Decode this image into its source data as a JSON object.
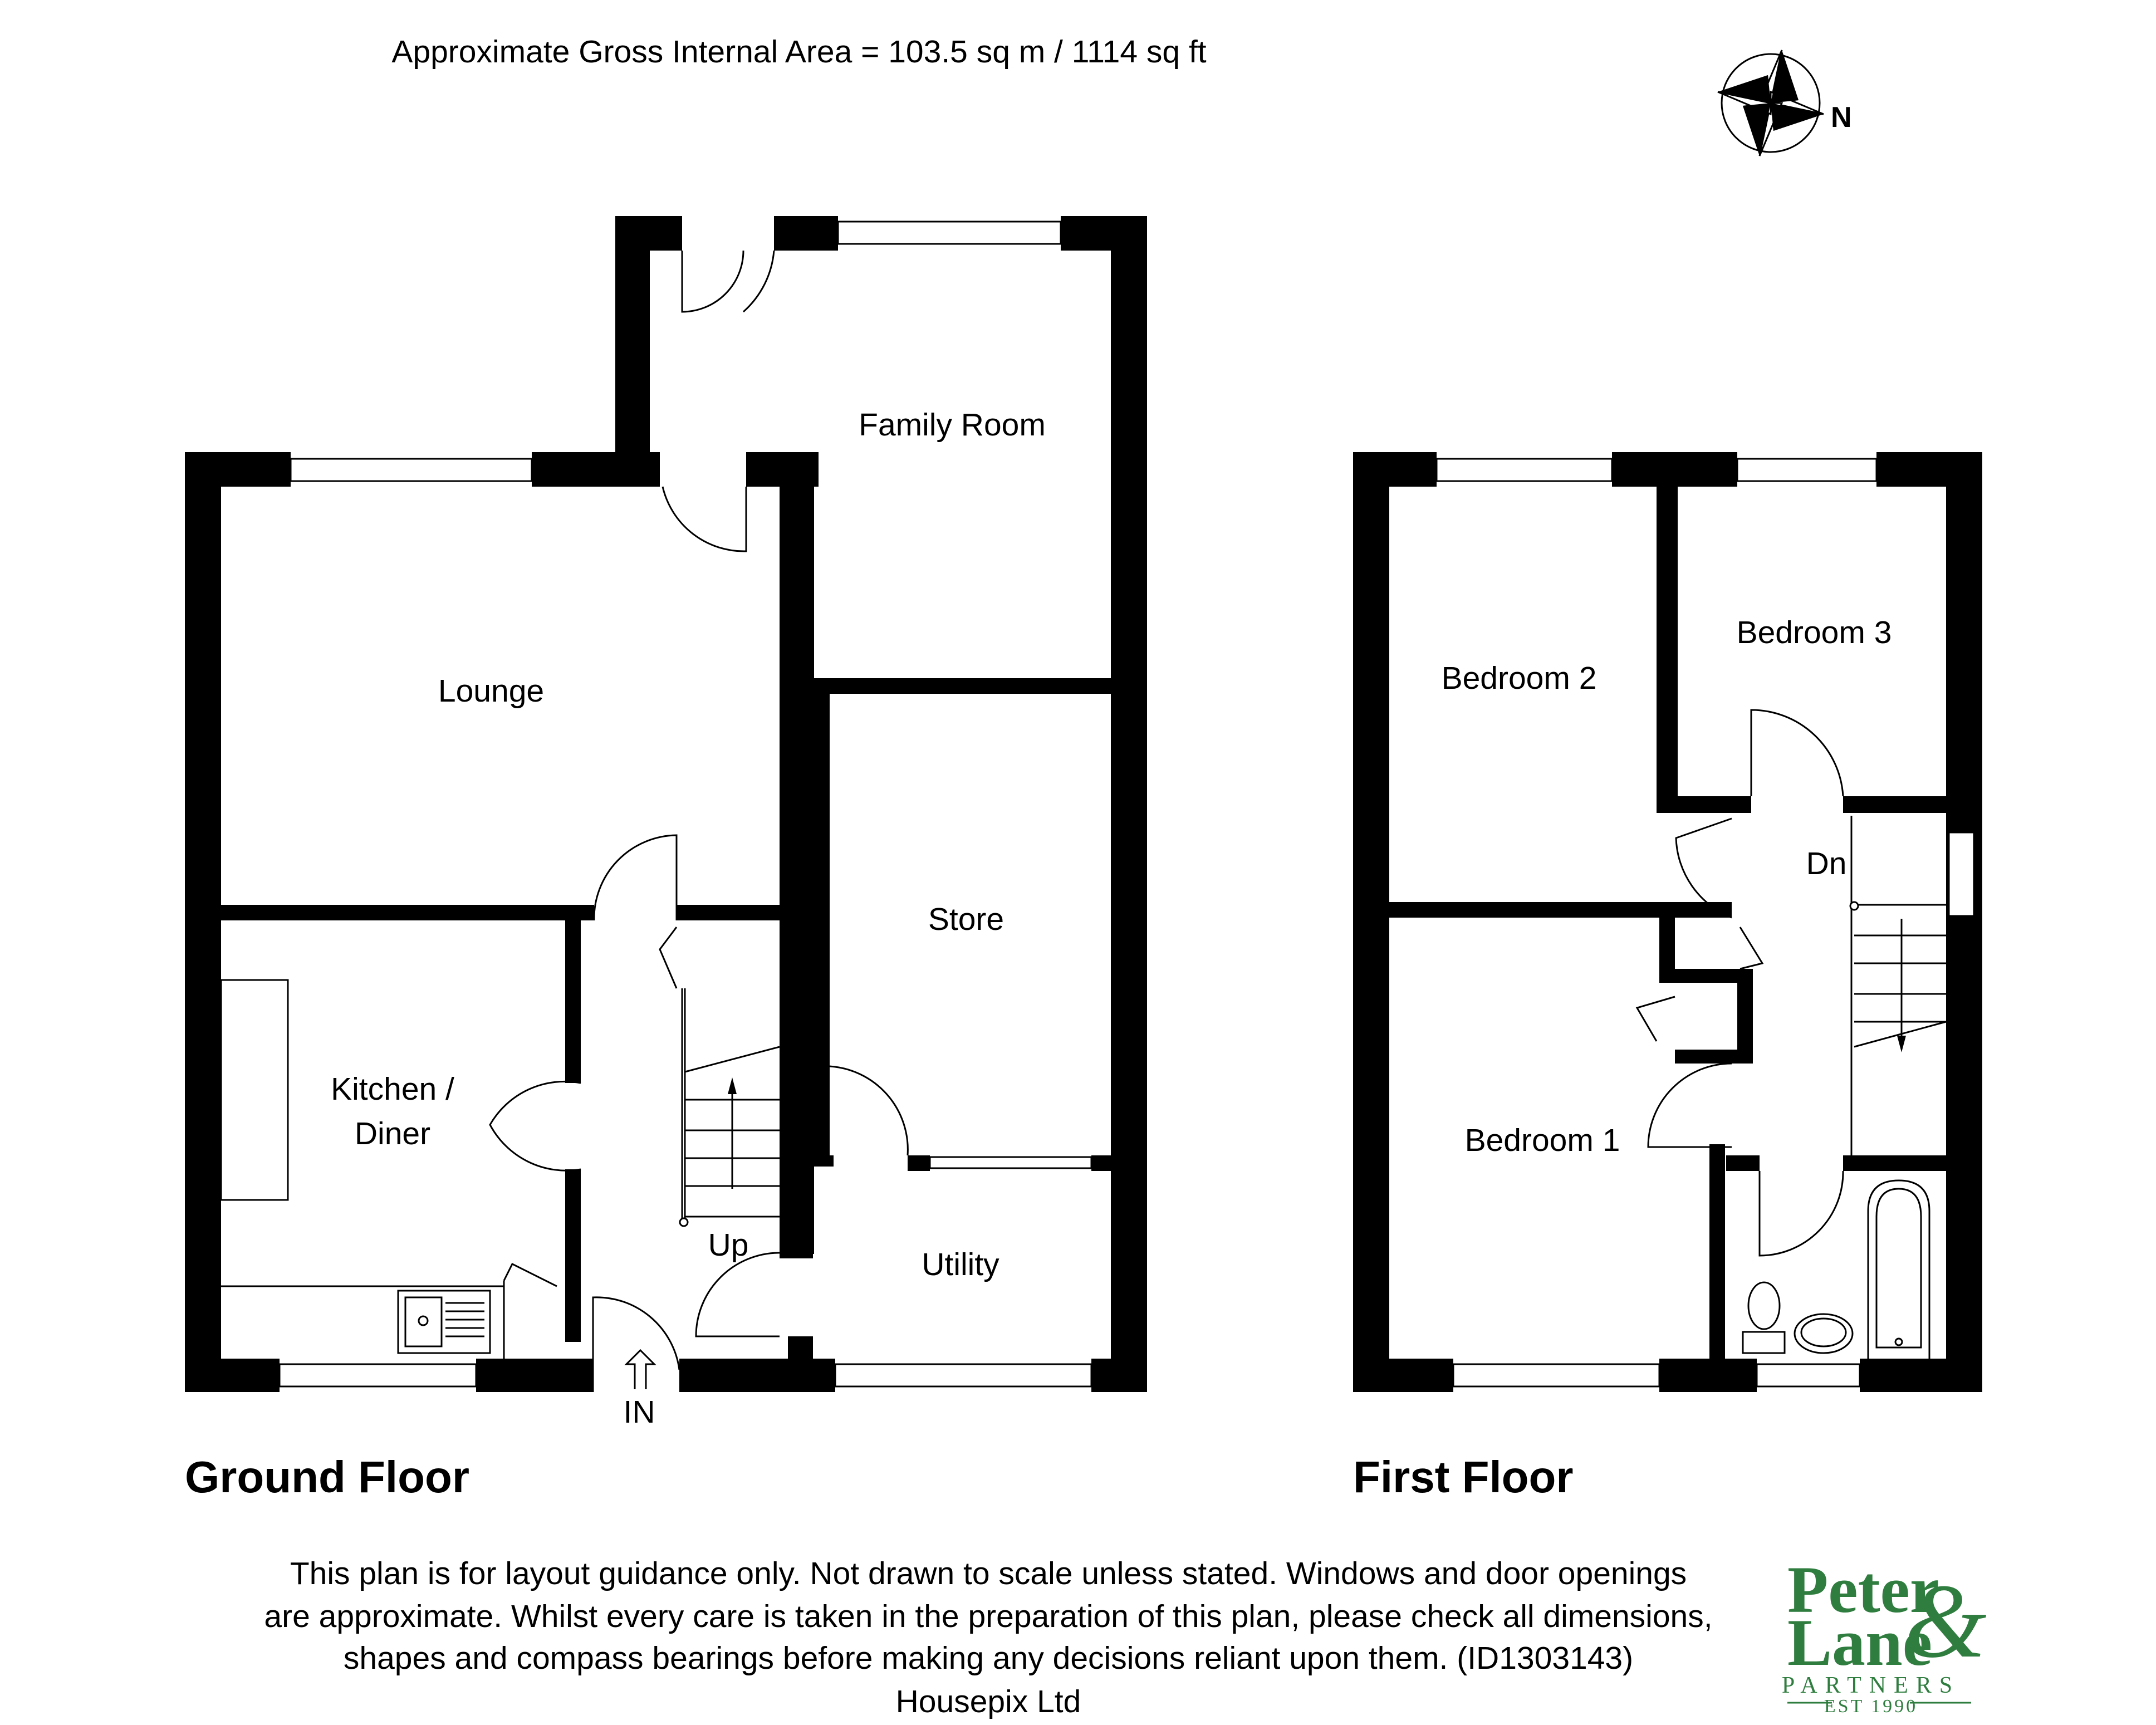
{
  "header": {
    "area_text": "Approximate Gross Internal Area = 103.5 sq m / 1114 sq ft"
  },
  "compass": {
    "label": "N"
  },
  "ground_floor": {
    "title": "Ground Floor",
    "rooms": {
      "family_room": "Family Room",
      "lounge": "Lounge",
      "store": "Store",
      "kitchen_line1": "Kitchen /",
      "kitchen_line2": "Diner",
      "utility": "Utility"
    },
    "stairs_label": "Up",
    "entrance_label": "IN"
  },
  "first_floor": {
    "title": "First Floor",
    "rooms": {
      "bedroom2": "Bedroom 2",
      "bedroom3": "Bedroom 3",
      "bedroom1": "Bedroom 1"
    },
    "stairs_label": "Dn"
  },
  "disclaimer": {
    "line1": "This plan is for layout guidance only. Not drawn to scale unless stated. Windows and door openings",
    "line2": "are approximate. Whilst every care is taken in the preparation of this plan, please check all dimensions,",
    "line3": "shapes and compass bearings before making any decisions reliant upon them. (ID1303143)",
    "line4": "Housepix Ltd"
  },
  "logo": {
    "line1": "Peter",
    "line2": "Lane",
    "ampersand": "&",
    "sub": "PARTNERS",
    "est": "EST 1990"
  },
  "colors": {
    "walls": "#000000",
    "logo_green": "#2f7d3f"
  }
}
